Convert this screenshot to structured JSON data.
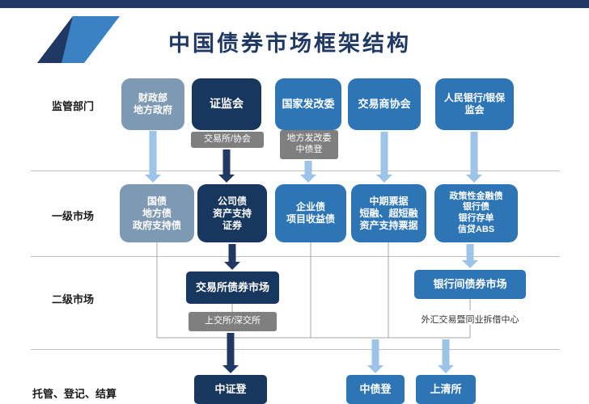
{
  "title": "中国债券市场框架结构",
  "sections": {
    "regulators_label": "监管部门",
    "primary_label": "一级市场",
    "secondary_label": "二级市场",
    "custody_label": "托管、登记、结算"
  },
  "regulators": {
    "mof": "财政部\n地方政府",
    "csrc": "证监会",
    "csrc_sub": "交易所/协会",
    "ndrc": "国家发改委",
    "ndrc_sub": "地方发改委\n中债登",
    "nafmii": "交易商协会",
    "pboc": "人民银行/银保\n监会"
  },
  "primary": {
    "govt": "国债\n地方债\n政府支持债",
    "corp": "公司债\n资产支持\n证券",
    "enterprise": "企业债\n项目收益债",
    "mtn": "中期票据\n短融、超短融\n资产支持票据",
    "policy": "政策性金融债\n银行债\n银行存单\n信贷ABS"
  },
  "secondary": {
    "exchange": "交易所债券市场",
    "exchange_sub": "上交所/深交所",
    "interbank": "银行间债券市场",
    "interbank_sub": "外汇交易暨同业拆借中心"
  },
  "custody": {
    "csdc": "中证登",
    "ccdc": "中债登",
    "shch": "上清所"
  },
  "colors": {
    "dark_navy": "#17375E",
    "medium_blue": "#2E75B6",
    "steel_blue": "#7E99B4",
    "gray_box": "#7F7F7F",
    "light_arrow": "#9DC3E6",
    "title_navy": "#1F3864"
  }
}
